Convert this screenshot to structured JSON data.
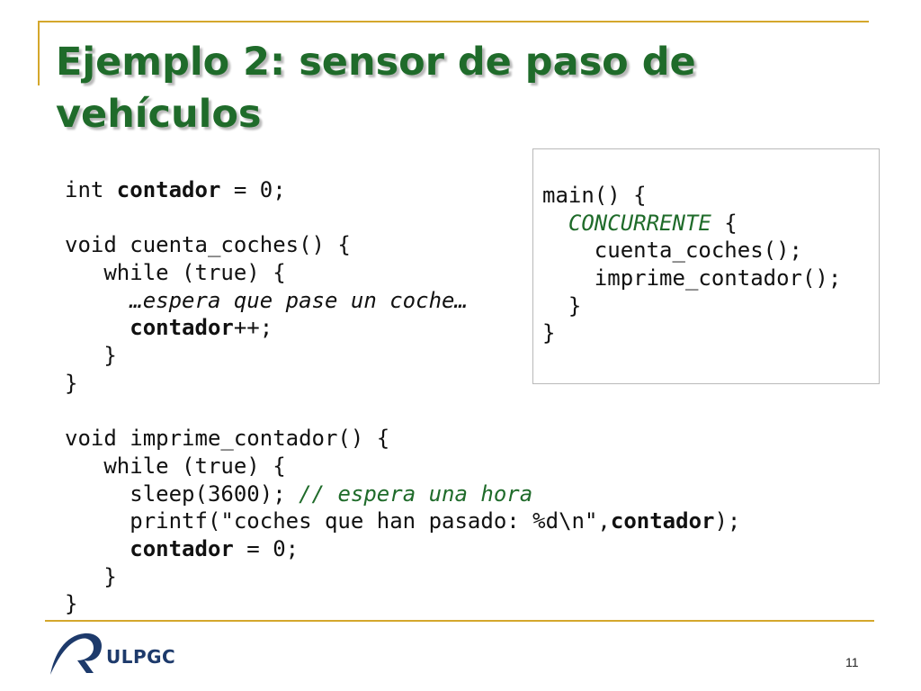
{
  "slide": {
    "title": "Ejemplo 2: sensor de paso de vehículos",
    "page_number": "11",
    "logo_text": "ULPGC"
  },
  "code_main": [
    [
      {
        "t": "int "
      },
      {
        "t": "contador",
        "s": "bold"
      },
      {
        "t": " = 0;"
      }
    ],
    [],
    [
      {
        "t": "void cuenta_coches() {"
      }
    ],
    [
      {
        "t": "   while (true) {"
      }
    ],
    [
      {
        "t": "     "
      },
      {
        "t": "…espera que pase un coche…",
        "s": "italic"
      }
    ],
    [
      {
        "t": "     "
      },
      {
        "t": "contador",
        "s": "bold"
      },
      {
        "t": "++;"
      }
    ],
    [
      {
        "t": "   }"
      }
    ],
    [
      {
        "t": "}"
      }
    ],
    [],
    [
      {
        "t": "void imprime_contador() {"
      }
    ],
    [
      {
        "t": "   while (true) {"
      }
    ],
    [
      {
        "t": "     sleep(3600); "
      },
      {
        "t": "// espera una hora",
        "s": "comment"
      }
    ],
    [
      {
        "t": "     printf(\"coches que han pasado: %d\\n\","
      },
      {
        "t": "contador",
        "s": "bold"
      },
      {
        "t": ");"
      }
    ],
    [
      {
        "t": "     "
      },
      {
        "t": "contador",
        "s": "bold"
      },
      {
        "t": " = 0;"
      }
    ],
    [
      {
        "t": "   }"
      }
    ],
    [
      {
        "t": "}"
      }
    ]
  ],
  "code_box": [
    [
      {
        "t": "main() {"
      }
    ],
    [
      {
        "t": "  "
      },
      {
        "t": "CONCURRENTE",
        "s": "keyword"
      },
      {
        "t": " {"
      }
    ],
    [
      {
        "t": "    cuenta_coches();"
      }
    ],
    [
      {
        "t": "    imprime_contador();"
      }
    ],
    [
      {
        "t": "  }"
      }
    ],
    [
      {
        "t": "}"
      }
    ]
  ],
  "colors": {
    "title": "#1f6b2a",
    "accent_rule": "#d4a72c",
    "logo_blue": "#1d3a6b"
  },
  "icons": {
    "logo": "ulpgc-logo-icon"
  }
}
